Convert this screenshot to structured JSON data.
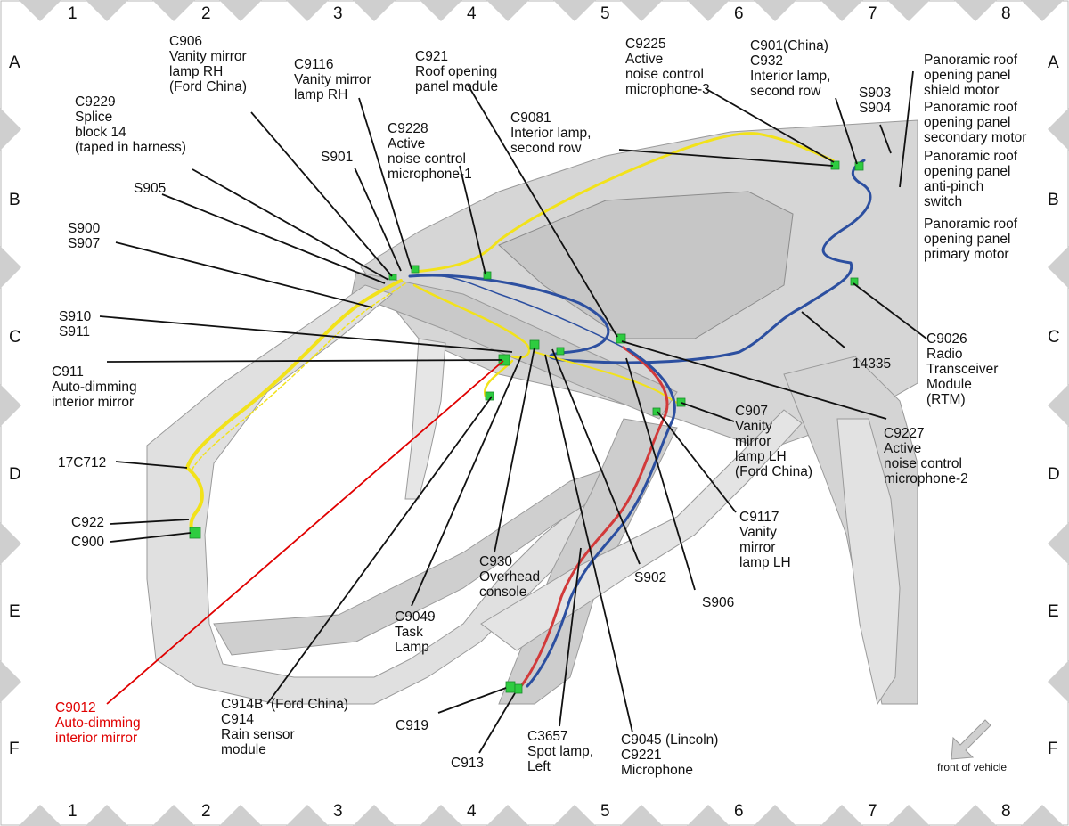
{
  "grid": {
    "columns": [
      "1",
      "2",
      "3",
      "4",
      "5",
      "6",
      "7",
      "8"
    ],
    "rows": [
      "A",
      "B",
      "C",
      "D",
      "E",
      "F"
    ]
  },
  "colors": {
    "harness_yellow": "#f2e21a",
    "harness_blue": "#2c4fa0",
    "harness_red": "#d23a3a",
    "connector_green": "#2ecc40",
    "leader": "#111111",
    "highlight": "#e00000",
    "vehicle_body": "#d8d8d8",
    "frame_diamond": "#cfcfcf"
  },
  "labels": {
    "c906": "C906\nVanity mirror\nlamp RH\n(Ford China)",
    "c9116": "C9116\nVanity mirror\nlamp RH",
    "c921": "C921\nRoof opening\npanel module",
    "c9225": "C9225\nActive\nnoise control\nmicrophone-3",
    "c901": "C901(China)\nC932\nInterior lamp,\nsecond row",
    "pano_shield": "Panoramic roof\nopening panel\nshield motor",
    "pano_secondary": "Panoramic roof\nopening panel\nsecondary motor",
    "pano_antipinch": "Panoramic roof\nopening panel\nanti-pinch\nswitch",
    "pano_primary": "Panoramic roof\nopening panel\nprimary motor",
    "s903": "S903\nS904",
    "c9229": "C9229\nSplice\nblock 14\n(taped in harness)",
    "s901": "S901",
    "c9228": "C9228\nActive\nnoise control\nmicrophone-1",
    "c9081": "C9081\nInterior lamp,\nsecond row",
    "s905": "S905",
    "s900": "S900\nS907",
    "s910": "S910\nS911",
    "c911": "C911\nAuto-dimming\ninterior mirror",
    "c9026": "C9026\nRadio\nTransceiver\nModule\n(RTM)",
    "n14335": "14335",
    "c907": "C907\nVanity\nmirror\nlamp LH\n(Ford China)",
    "c9227": "C9227\nActive\nnoise control\nmicrophone-2",
    "c17c712": "17C712",
    "c922": "C922",
    "c900": "C900",
    "c9117": "C9117\nVanity\nmirror\nlamp LH",
    "c930": "C930\nOverhead\nconsole",
    "s902": "S902",
    "s906": "S906",
    "c9049": "C9049\nTask\nLamp",
    "c9012": "C9012\nAuto-dimming\ninterior mirror",
    "c914": "C914B  (Ford China)\nC914\nRain sensor\nmodule",
    "c919": "C919",
    "c913": "C913",
    "c3657": "C3657\nSpot lamp,\nLeft",
    "c9045": "C9045 (Lincoln)\nC9221\nMicrophone",
    "front_of_vehicle": "front of vehicle"
  }
}
